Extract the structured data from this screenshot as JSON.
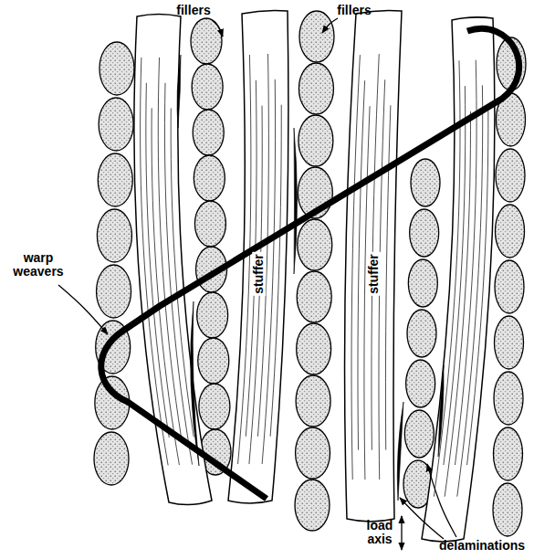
{
  "diagram": {
    "labels": [
      "fillers",
      "fillers",
      "warp weavers",
      "stuffer",
      "stuffer",
      "load axis",
      "delaminations"
    ]
  }
}
